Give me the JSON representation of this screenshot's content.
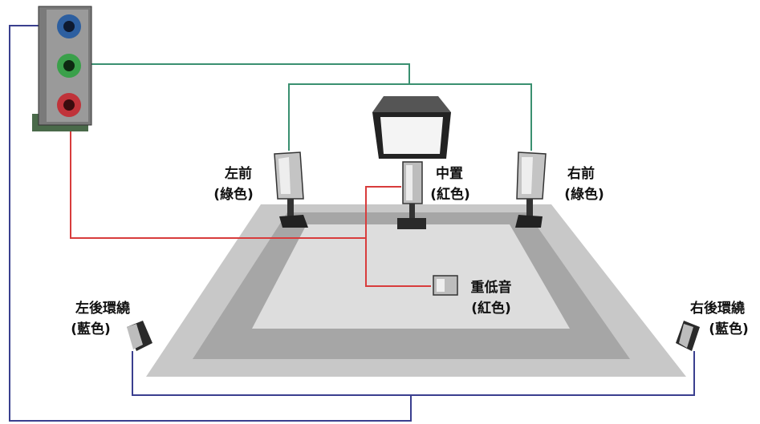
{
  "labels": {
    "front_left": {
      "name": "左前",
      "color": "(綠色)"
    },
    "center": {
      "name": "中置",
      "color": "(紅色)"
    },
    "front_right": {
      "name": "右前",
      "color": "(綠色)"
    },
    "subwoofer": {
      "name": "重低音",
      "color": "(紅色)"
    },
    "rear_left": {
      "name": "左後環繞",
      "color": "(藍色)"
    },
    "rear_right": {
      "name": "右後環繞",
      "color": "(藍色)"
    }
  },
  "colors": {
    "blue_cable": "#3a3f8f",
    "green_cable": "#3a9070",
    "red_cable": "#d83c3c",
    "floor_outer": "#c9c9c9",
    "floor_mid": "#a9a9a9",
    "floor_inner": "#dedede",
    "jack_blue": "#2d5fa0",
    "jack_green": "#3aa04a",
    "jack_red": "#c0333a"
  }
}
